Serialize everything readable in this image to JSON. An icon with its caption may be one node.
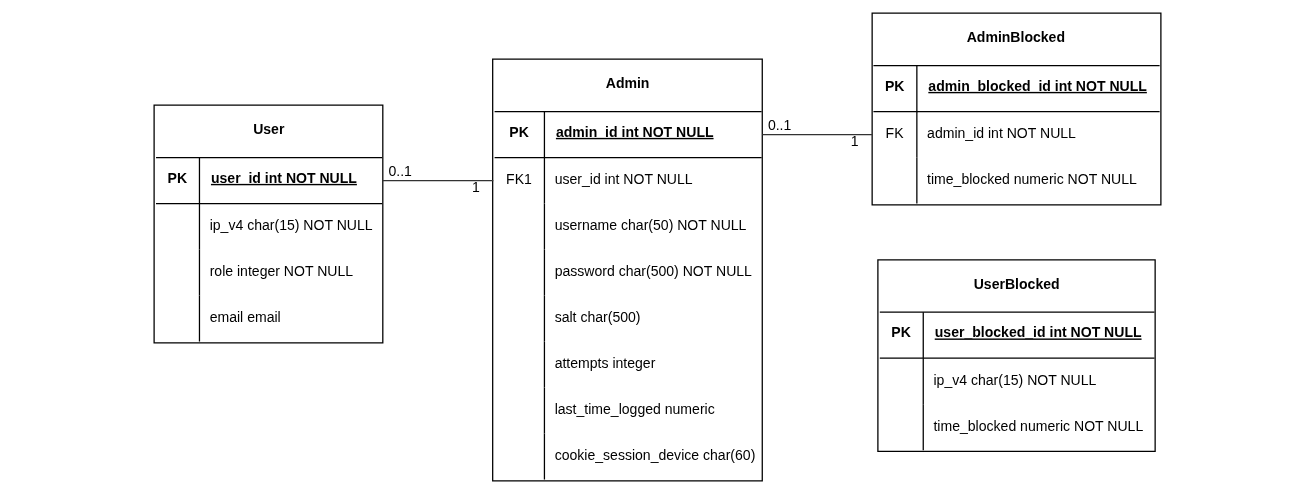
{
  "diagram": {
    "nodes": [
      {
        "text": [
          "User",
          "PK",
          "user_id int NOT NULL",
          "ip_v4 char(15) NOT NULL",
          "role integer NOT NULL",
          "email email"
        ]
      },
      {
        "text": [
          "Admin",
          "PK",
          "admin_id int NOT NULL",
          "FK1",
          "user_id int NOT NULL",
          "username char(50) NOT NULL",
          "password char(500) NOT NULL",
          "salt char(500)",
          "attempts integer",
          "last_time_logged numeric",
          "cookie_session_device char(60)"
        ]
      },
      {
        "text": [
          "AdminBlocked",
          "PK",
          "admin_blocked_id int NOT NULL",
          "FK",
          "admin_id int NOT NULL",
          "time_blocked numeric NOT NULL"
        ]
      },
      {
        "text": [
          "UserBlocked",
          "PK",
          "user_blocked_id int NOT NULL",
          "ip_v4 char(15) NOT NULL",
          "time_blocked numeric NOT NULL"
        ]
      }
    ],
    "edges": [
      {
        "from": 0,
        "to": 1,
        "arrow": "none"
      },
      {
        "from": 1,
        "to": 2,
        "arrow": "none"
      }
    ],
    "labels": [
      "0..1",
      "1",
      "0..1",
      "1"
    ]
  }
}
